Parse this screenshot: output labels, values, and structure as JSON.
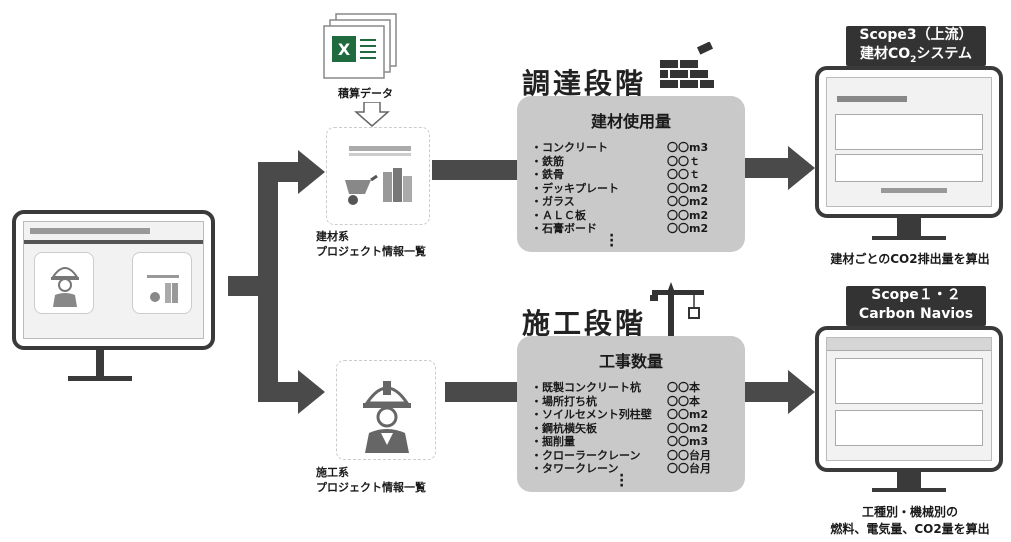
{
  "source": {
    "label": "積算データ"
  },
  "materials_project": {
    "label_line1": "建材系",
    "label_line2": "プロジェクト情報一覧"
  },
  "construction_project": {
    "label_line1": "施工系",
    "label_line2": "プロジェクト情報一覧"
  },
  "procurement": {
    "stage_title": "調達段階",
    "box_title": "建材使用量",
    "items": [
      {
        "name": "・コンクリート",
        "qty": "〇〇m3"
      },
      {
        "name": "・鉄筋",
        "qty": "〇〇ｔ"
      },
      {
        "name": "・鉄骨",
        "qty": "〇〇ｔ"
      },
      {
        "name": "・デッキプレート",
        "qty": "〇〇m2"
      },
      {
        "name": "・ガラス",
        "qty": "〇〇m2"
      },
      {
        "name": "・ＡＬＣ板",
        "qty": "〇〇m2"
      },
      {
        "name": "・石膏ボード",
        "qty": "〇〇m2"
      }
    ]
  },
  "construction": {
    "stage_title": "施工段階",
    "box_title": "工事数量",
    "items": [
      {
        "name": "・既製コンクリート杭",
        "qty": "〇〇本"
      },
      {
        "name": "・場所打ち杭",
        "qty": "〇〇本"
      },
      {
        "name": "・ソイルセメント列柱壁",
        "qty": "〇〇m2"
      },
      {
        "name": "・鋼杭横矢板",
        "qty": "〇〇m2"
      },
      {
        "name": "・掘削量",
        "qty": "〇〇m3"
      },
      {
        "name": "・クローラークレーン",
        "qty": "〇〇台月"
      },
      {
        "name": "・タワークレーン",
        "qty": "〇〇台月"
      }
    ]
  },
  "scope3": {
    "header_line1": "Scope3（上流）",
    "header_line2_pre": "建材CO",
    "header_line2_sub": "2",
    "header_line2_post": "システム",
    "caption": "建材ごとのCO2排出量を算出"
  },
  "scope12": {
    "header_line1": "Scope１・２",
    "header_line2": "Carbon Navios",
    "caption_line1": "工種別・機械別の",
    "caption_line2": "燃料、電気量、CO2量を算出"
  },
  "colors": {
    "arrow": "#4a4a4a",
    "list_bg": "#c9c9c9",
    "header_bg": "#333333",
    "excel": "#1f6b3f"
  },
  "icons": [
    "excel-icon",
    "down-arrow-icon",
    "brick-wall-icon",
    "tower-crane-icon",
    "wheelbarrow-icon",
    "worker-icon"
  ]
}
